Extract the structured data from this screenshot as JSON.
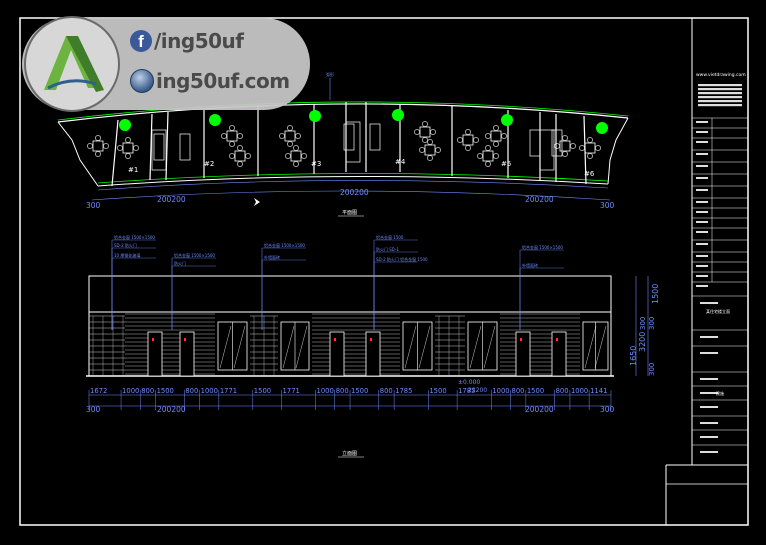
{
  "watermark": {
    "facebook_handle": "/ing50uf",
    "website": "ing50uf.com",
    "logo_icon": "triangle-logo-icon",
    "colors": {
      "badge_bg": "#c9c9c9",
      "text": "#4a4a4a",
      "logo_green": "#6db33f"
    }
  },
  "drawing": {
    "colors": {
      "line": "#ffffff",
      "dim": "#6f8cff",
      "plant": "#00ff00",
      "grid": "#c8c8c8"
    },
    "plan": {
      "title": "平面图",
      "room_tags": [
        "#1",
        "#2",
        "#3",
        "#4",
        "#5",
        "#6"
      ],
      "dims_left": "300",
      "dims_center_left": "200200",
      "dims_center": "200200",
      "dims_center_right": "200200",
      "dims_right": "300",
      "top_note": "弧形"
    },
    "elevation": {
      "title": "立面图",
      "dim_chain": [
        "1672",
        "1000",
        "800",
        "1500",
        "800",
        "1000",
        "1771",
        "1500",
        "1771",
        "1000",
        "800",
        "1500",
        "800",
        "1785",
        "1500",
        "1785",
        "1000",
        "800",
        "1500",
        "800",
        "1000",
        "1141"
      ],
      "bottom_left": "300",
      "bottom_center": "200200",
      "bottom_center_right": "200200",
      "bottom_right": "300",
      "center_mark": "±0.000",
      "center_mark_sub": "22200",
      "right_dims": [
        "1500",
        "300",
        "300",
        "3200",
        "1650",
        "300"
      ],
      "callouts": [
        "铝合金窗 1500×1500",
        "SD-2 防火门",
        "10 厚钢化玻璃",
        "铝合金窗 1500×1500",
        "防火门",
        "铝合金窗 1500×1500",
        "外墙面砖",
        "铝合金窗 1500",
        "防火门 SD-1",
        "SD-2 防火门 铝合金窗 1500",
        "铝合金窗 1500×1500",
        "外墙面砖"
      ]
    },
    "title_block": {
      "website": "www.vietdrawing.com",
      "project_name": "某住宅楼立面",
      "drawing_no": "建施"
    }
  }
}
